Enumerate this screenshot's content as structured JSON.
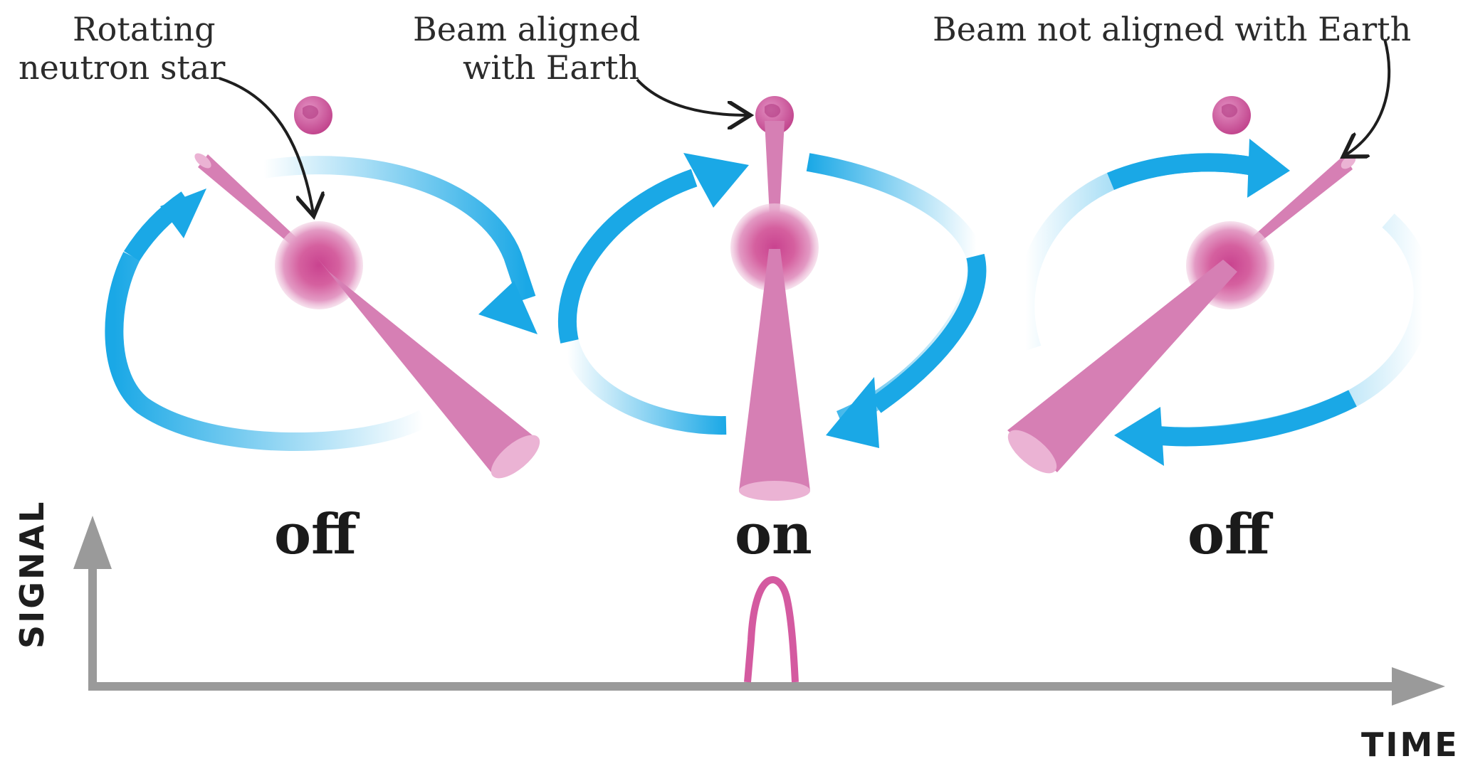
{
  "annotations": {
    "rotating_star": [
      "Rotating",
      "neutron star"
    ],
    "beam_aligned": [
      "Beam aligned",
      "with Earth"
    ],
    "beam_not_aligned": [
      "Beam not aligned with Earth"
    ]
  },
  "states": [
    "off",
    "on",
    "off"
  ],
  "axes": {
    "y_label": "SIGNAL",
    "x_label": "TIME"
  },
  "colors": {
    "beam": "#d67fb4",
    "beam_light": "#ebb3d4",
    "star": "#c9438f",
    "arrow": "#1aa8e6",
    "axis": "#9a9a9a",
    "signal": "#d45aa0",
    "text": "#222222"
  },
  "icons": [
    "earth-icon",
    "neutron-star-icon",
    "rotation-arrow-icon",
    "beam-cone-icon",
    "pointer-arrow-icon"
  ]
}
